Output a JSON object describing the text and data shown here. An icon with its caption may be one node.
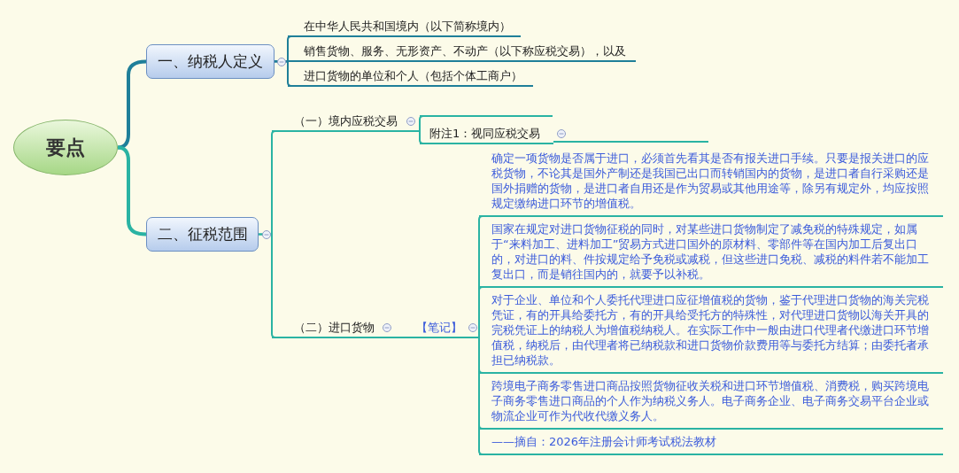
{
  "diagram": {
    "nodes": [
      {
        "text": [
          "要点"
        ]
      },
      {
        "text": [
          "一、纳税人定义"
        ]
      },
      {
        "text": [
          "在中华人民共和国境内（以下简称境内）"
        ]
      },
      {
        "text": [
          "销售货物、服务、无形资产、不动产（以下称应税交易），以及"
        ]
      },
      {
        "text": [
          "进口货物的单位和个人（包括个体工商户）"
        ]
      },
      {
        "text": [
          "二、征税范围"
        ]
      },
      {
        "text": [
          "（一）境内应税交易"
        ]
      },
      {
        "text": [],
        "shape": "line"
      },
      {
        "text": [
          "附注1：视同应税交易"
        ]
      },
      {
        "text": [],
        "shape": "line"
      },
      {
        "text": [
          "（二）进口货物"
        ]
      },
      {
        "text": [
          "【笔记】"
        ]
      },
      {
        "text": [
          "确定一项货物是否属于进口，必须首先看其是否有报关进口手续。只要是报关进口的应税货物，不论其是国外产制还是我国已出口而转销国内的货物，是进口者自行采购还是国外捐赠的货物，是进口者自用还是作为贸易或其他用途等，除另有规定外，均应按照规定缴纳进口环节的增值税。"
        ]
      },
      {
        "text": [
          "国家在规定对进口货物征税的同时，对某些进口货物制定了减免税的特殊规定，如属于“来料加工、进料加工”贸易方式进口国外的原材料、零部件等在国内加工后复出口的，对进口的料、件按规定给予免税或减税，但这些进口免税、减税的料件若不能加工复出口，而是销往国内的，就要予以补税。"
        ]
      },
      {
        "text": [
          "对于企业、单位和个人委托代理进口应征增值税的货物，鉴于代理进口货物的海关完税凭证，有的开具给委托方，有的开具给受托方的特殊性，对代理进口货物以海关开具的完税凭证上的纳税人为增值税纳税人。在实际工作中一般由进口代理者代缴进口环节增值税，纳税后，由代理者将已纳税款和进口货物价款费用等与委托方结算；由委托者承担已纳税款。"
        ]
      },
      {
        "text": [
          "跨境电子商务零售进口商品按照货物征收关税和进口环节增值税、消费税，购买跨境电子商务零售进口商品的个人作为纳税义务人。电子商务企业、电子商务交易平台企业或物流企业可作为代收代缴义务人。"
        ]
      },
      {
        "text": [
          "——摘自：2026年注册会计师考试税法教材"
        ]
      }
    ],
    "edges": [
      {
        "from": 0,
        "to": 1,
        "arrow": "none",
        "style": "thick",
        "color": "#1f7f99"
      },
      {
        "from": 0,
        "to": 5,
        "arrow": "none",
        "style": "thick"
      },
      {
        "from": 1,
        "to": 2,
        "arrow": "none",
        "color": "#1f7f99"
      },
      {
        "from": 1,
        "to": 3,
        "arrow": "none",
        "color": "#1f7f99"
      },
      {
        "from": 1,
        "to": 4,
        "arrow": "none",
        "color": "#1f7f99"
      },
      {
        "from": 5,
        "to": 6,
        "arrow": "none"
      },
      {
        "from": 5,
        "to": 10,
        "arrow": "none"
      },
      {
        "from": 6,
        "to": 7,
        "arrow": "none"
      },
      {
        "from": 6,
        "to": 8,
        "arrow": "none"
      },
      {
        "from": 8,
        "to": 9,
        "arrow": "none"
      },
      {
        "from": 10,
        "to": 11,
        "arrow": "none"
      },
      {
        "from": 11,
        "to": 12,
        "arrow": "none"
      },
      {
        "from": 11,
        "to": 13,
        "arrow": "none"
      },
      {
        "from": 11,
        "to": 14,
        "arrow": "none"
      },
      {
        "from": 11,
        "to": 15,
        "arrow": "none"
      },
      {
        "from": 11,
        "to": 16,
        "arrow": "none"
      }
    ]
  }
}
